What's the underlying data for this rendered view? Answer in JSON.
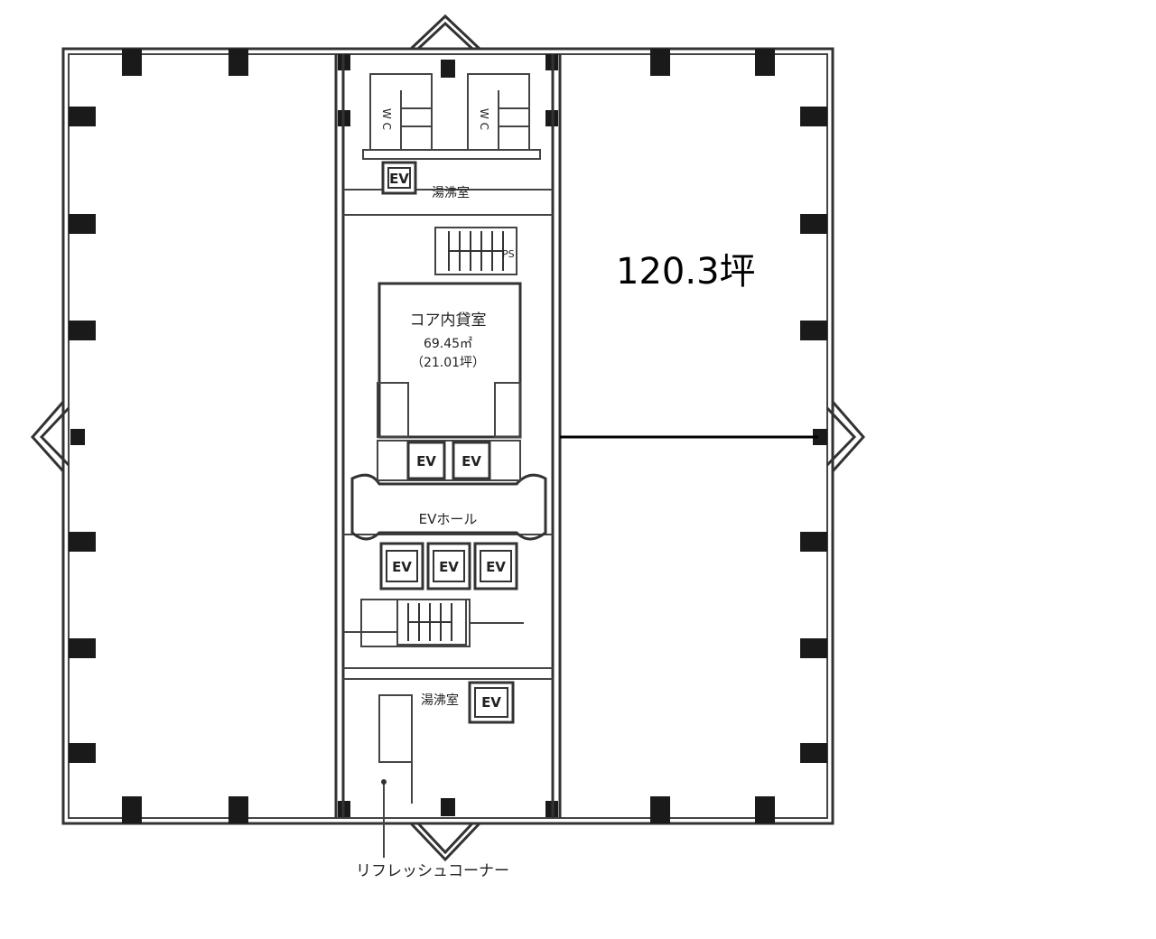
{
  "plan": {
    "tenant_area": "120.3坪",
    "core_room": {
      "name": "コア内貸室",
      "sqm": "69.45㎡",
      "tsubo": "（21.01坪）"
    },
    "ev_label": "EV",
    "ev_hall": "EVホール",
    "wc_label": "W C",
    "hot_water_room": "湯沸室",
    "pipe_shaft": "PS",
    "refresh_corner": "リフレッシュコーナー"
  }
}
